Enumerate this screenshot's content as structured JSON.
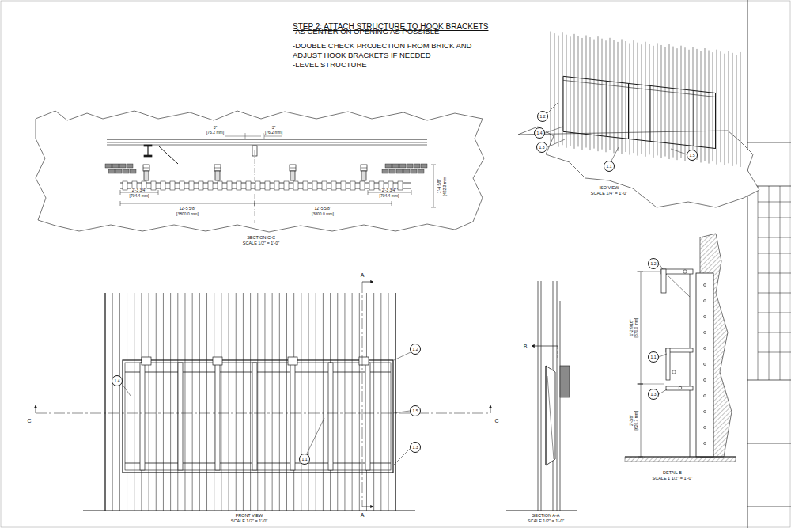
{
  "diagram": {
    "title": "STEP 2: ATTACH STRUCTURE TO HOOK BRACKETS",
    "nodes": [
      {
        "text": [
          "1.2"
        ]
      },
      {
        "text": [
          "1.4"
        ]
      },
      {
        "text": [
          "1.3"
        ]
      },
      {
        "text": [
          "1.1"
        ]
      },
      {
        "text": [
          "1.5"
        ]
      },
      {
        "text": [
          "1.2"
        ]
      },
      {
        "text": [
          "1.4"
        ]
      },
      {
        "text": [
          "1.5"
        ]
      },
      {
        "text": [
          "1.3"
        ]
      },
      {
        "text": [
          "1.1"
        ]
      },
      {
        "text": [
          "1.2"
        ]
      },
      {
        "text": [
          "1.1"
        ]
      },
      {
        "text": [
          "1.3"
        ]
      }
    ],
    "labels": [
      "-AS CENTER ON OPENING AS POSSIBLE",
      "-DOUBLE CHECK PROJECTION FROM BRICK AND ADJUST HOOK BRACKETS IF NEEDED",
      "-LEVEL STRUCTURE",
      "3\"",
      "[76.2 mm]",
      "3\"",
      "[76.2 mm]",
      "2'-3 3/4\"",
      "[704.4 mm]",
      "12'-5 5/8\"",
      "[3800.0 mm]",
      "12'-5 5/8\"",
      "[3800.0 mm]",
      "2'-3 3/4\"",
      "[704.4 mm]",
      "1'-4 5/8\"",
      "[422.3 mm]",
      "SECTION C-C",
      "SCALE 1/2\" = 1'-0\"",
      "ISO VIEW",
      "SCALE 1/4\" = 1'-0\"",
      "A",
      "A",
      "C",
      "C",
      "FRONT VIEW",
      "SCALE 1/2\" = 1'-0\"",
      "B",
      "SECTION A-A",
      "SCALE 1/2\" = 1'-0\"",
      "1'-2 9/16\"",
      "[370.0 mm]",
      "2'-3/8\"",
      "[620.7 mm]",
      "DETAIL B",
      "SCALE 1 1/2\" = 1'-0\""
    ]
  }
}
